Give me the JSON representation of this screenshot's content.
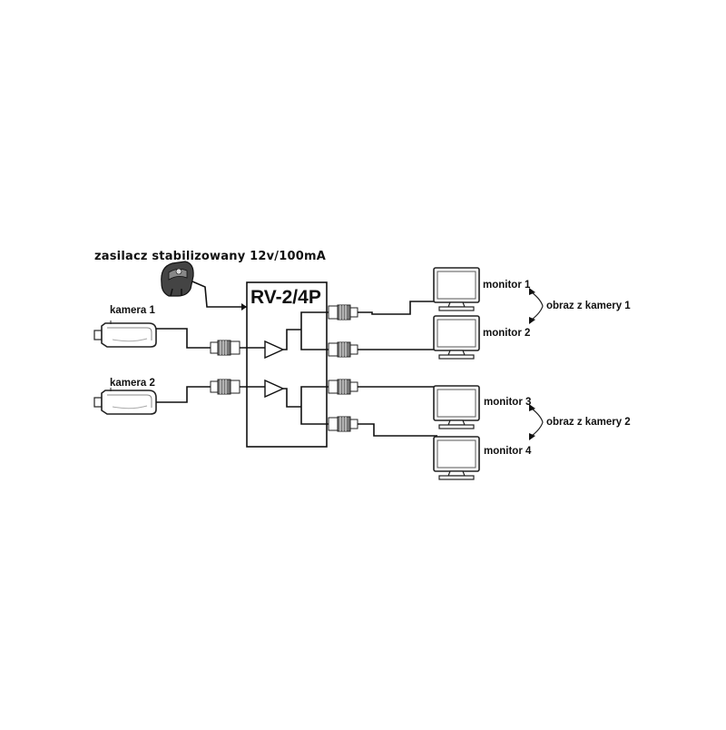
{
  "diagram": {
    "power_label": "zasilacz stabilizowany 12v/100mA",
    "device_label": "RV-2/4P",
    "cameras": [
      {
        "label": "kamera 1"
      },
      {
        "label": "kamera 2"
      }
    ],
    "monitors": [
      {
        "label": "monitor 1"
      },
      {
        "label": "monitor 2"
      },
      {
        "label": "monitor 3"
      },
      {
        "label": "monitor 4"
      }
    ],
    "annotations": [
      {
        "label": "obraz z kamery 1"
      },
      {
        "label": "obraz z kamery 2"
      }
    ]
  }
}
